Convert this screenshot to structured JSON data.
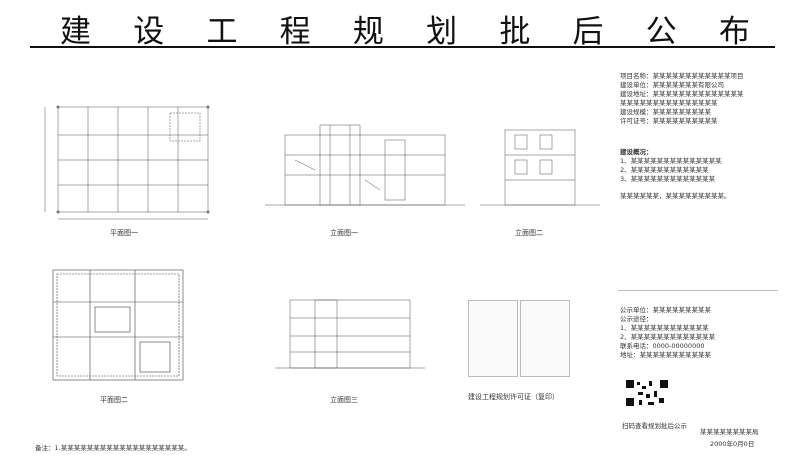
{
  "header": {
    "title_chars": [
      "建",
      "设",
      "工",
      "程",
      "规",
      "划",
      "批",
      "后",
      "公",
      "布"
    ]
  },
  "drawings": {
    "plan1_caption": "平面图一",
    "elevation1_caption": "立面图一",
    "elevation2_caption": "立面图二",
    "plan2_caption": "平面图二",
    "elevation3_caption": "立面图三",
    "permit_caption": "建设工程规划许可证（复印）"
  },
  "info": {
    "project_lines": [
      "项目名称：某某某某某某某某某某某某项目",
      "建设单位：某某某某某某某有限公司",
      "建设地址：某某某某某某某某某某某某某某",
      "某某某某某某某某某某某某某某某",
      "建设规模：某某某某某某某某某",
      "许可证号：某某某某某某某某某某"
    ],
    "overview_title": "建设概况：",
    "overview_lines": [
      "1、某某某某某某某某某某某某某某",
      "2、某某某某某某某某某某某某",
      "3、某某某某某某某某某某某某某"
    ],
    "note_line": "某某某某某某，某某某某某某某某某。",
    "contact_lines": [
      "公示单位：某某某某某某某某某",
      "公示途径：",
      "1、某某某某某某某某某某某某",
      "2、某某某某某某某某某某某某某",
      "联系电话：0000-00000000",
      "地址：某某某某某某某某某某某"
    ],
    "qr_caption": "扫码查看规划批后公示",
    "issuer": "某某某某某某某某局",
    "date": "2000年0月0日"
  },
  "footer": {
    "remark": "备注：1.某某某某某某某某某某某某某某某某某某某。"
  }
}
